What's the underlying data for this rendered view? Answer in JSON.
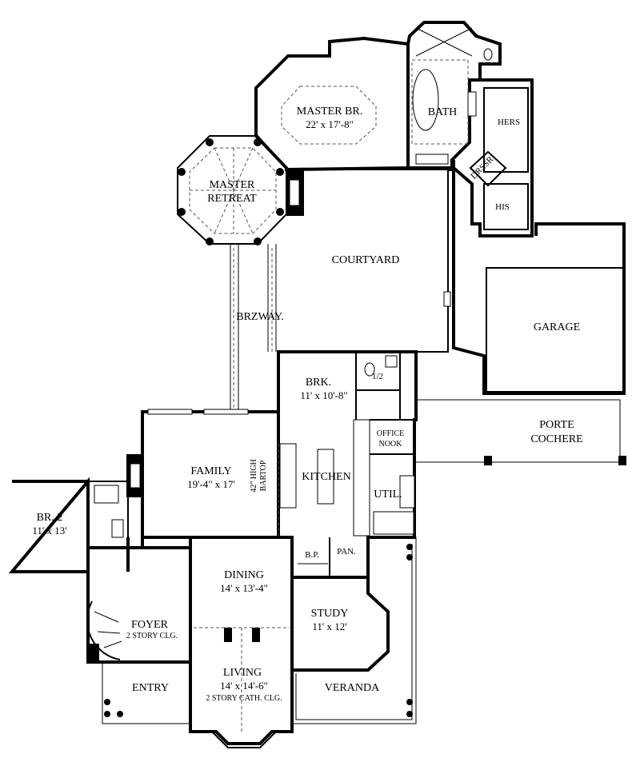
{
  "rooms": {
    "master_br": {
      "name": "MASTER BR.",
      "dims": "22' x 17'-8\""
    },
    "bath": {
      "name": "BATH"
    },
    "hers": {
      "name": "HERS"
    },
    "dressr": {
      "name": "DRSSR"
    },
    "his": {
      "name": "HIS"
    },
    "master_retreat": {
      "name_line1": "MASTER",
      "name_line2": "RETREAT"
    },
    "courtyard": {
      "name": "COURTYARD"
    },
    "brzway": {
      "name": "BRZWAY."
    },
    "garage": {
      "name": "GARAGE"
    },
    "brk": {
      "name": "BRK.",
      "dims": "11' x 10'-8\""
    },
    "half_bath": {
      "name": "1/2"
    },
    "office_nook": {
      "name_line1": "OFFICE",
      "name_line2": "NOOK"
    },
    "porte_cochere": {
      "name_line1": "PORTE",
      "name_line2": "COCHERE"
    },
    "family": {
      "name": "FAMILY",
      "dims": "19'-4\" x 17'"
    },
    "bartop": {
      "name_line1": "42\" HIGH",
      "name_line2": "BARTOP"
    },
    "kitchen": {
      "name": "KITCHEN"
    },
    "util": {
      "name": "UTIL."
    },
    "br2": {
      "name": "BR. 2",
      "dims": "11' x 13'"
    },
    "bp": {
      "name": "B.P."
    },
    "pan": {
      "name": "PAN."
    },
    "dining": {
      "name": "DINING",
      "dims": "14' x 13'-4\""
    },
    "study": {
      "name": "STUDY",
      "dims": "11' x 12'"
    },
    "foyer": {
      "name": "FOYER",
      "note": "2 STORY CLG."
    },
    "living": {
      "name": "LIVING",
      "dims": "14' x 14'-6\"",
      "note": "2 STORY CATH. CLG."
    },
    "entry": {
      "name": "ENTRY"
    },
    "veranda": {
      "name": "VERANDA"
    }
  }
}
